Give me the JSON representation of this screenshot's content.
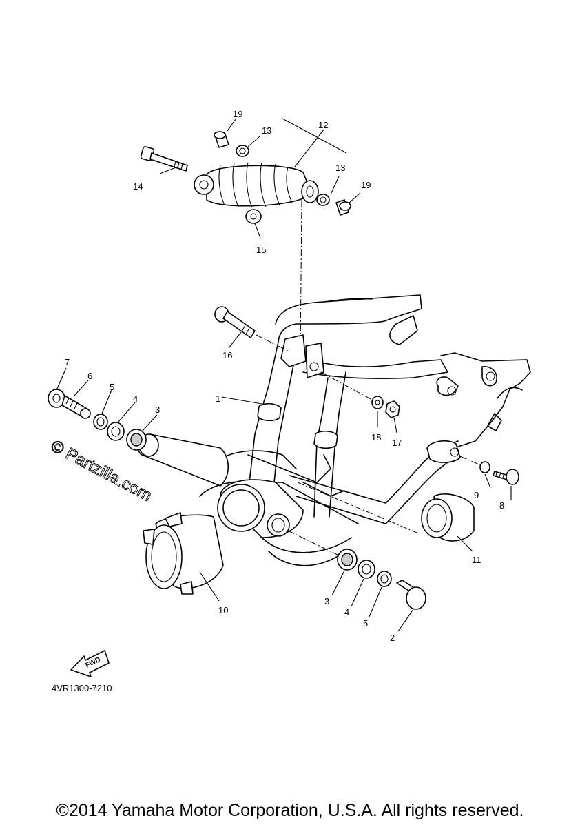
{
  "watermark": "© Partzilla.com",
  "diagram_code": "4VR1300-7210",
  "fwd_label": "FWD",
  "copyright": "©2014 Yamaha Motor Corporation, U.S.A. All rights reserved.",
  "callouts": {
    "c1": "1",
    "c2": "2",
    "c3a": "3",
    "c3b": "3",
    "c4a": "4",
    "c4b": "4",
    "c5a": "5",
    "c5b": "5",
    "c6": "6",
    "c7": "7",
    "c8": "8",
    "c9": "9",
    "c10": "10",
    "c11": "11",
    "c12": "12",
    "c13a": "13",
    "c13b": "13",
    "c14": "14",
    "c15": "15",
    "c16": "16",
    "c17": "17",
    "c18": "18",
    "c19a": "19",
    "c19b": "19"
  }
}
